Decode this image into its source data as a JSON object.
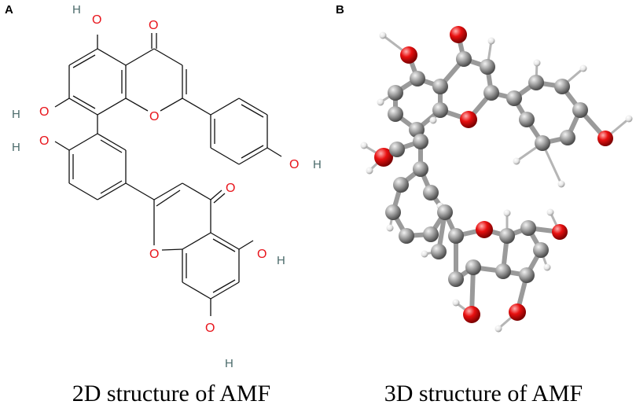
{
  "panels": {
    "a": {
      "letter": "A",
      "caption": "2D structure of AMF"
    },
    "b": {
      "letter": "B",
      "caption": "3D structure of AMF"
    }
  },
  "atom_labels": {
    "oxygen": "O",
    "hydrogen": "H"
  },
  "colors": {
    "bond": "#111111",
    "oxygen_label": "#e8141b",
    "hydrogen_label": "#4b6b6b",
    "carbon_sphere": "#8e8e8e",
    "oxygen_sphere": "#e00000",
    "hydrogen_sphere": "#ffffff",
    "stick": "#9a9a9a"
  }
}
